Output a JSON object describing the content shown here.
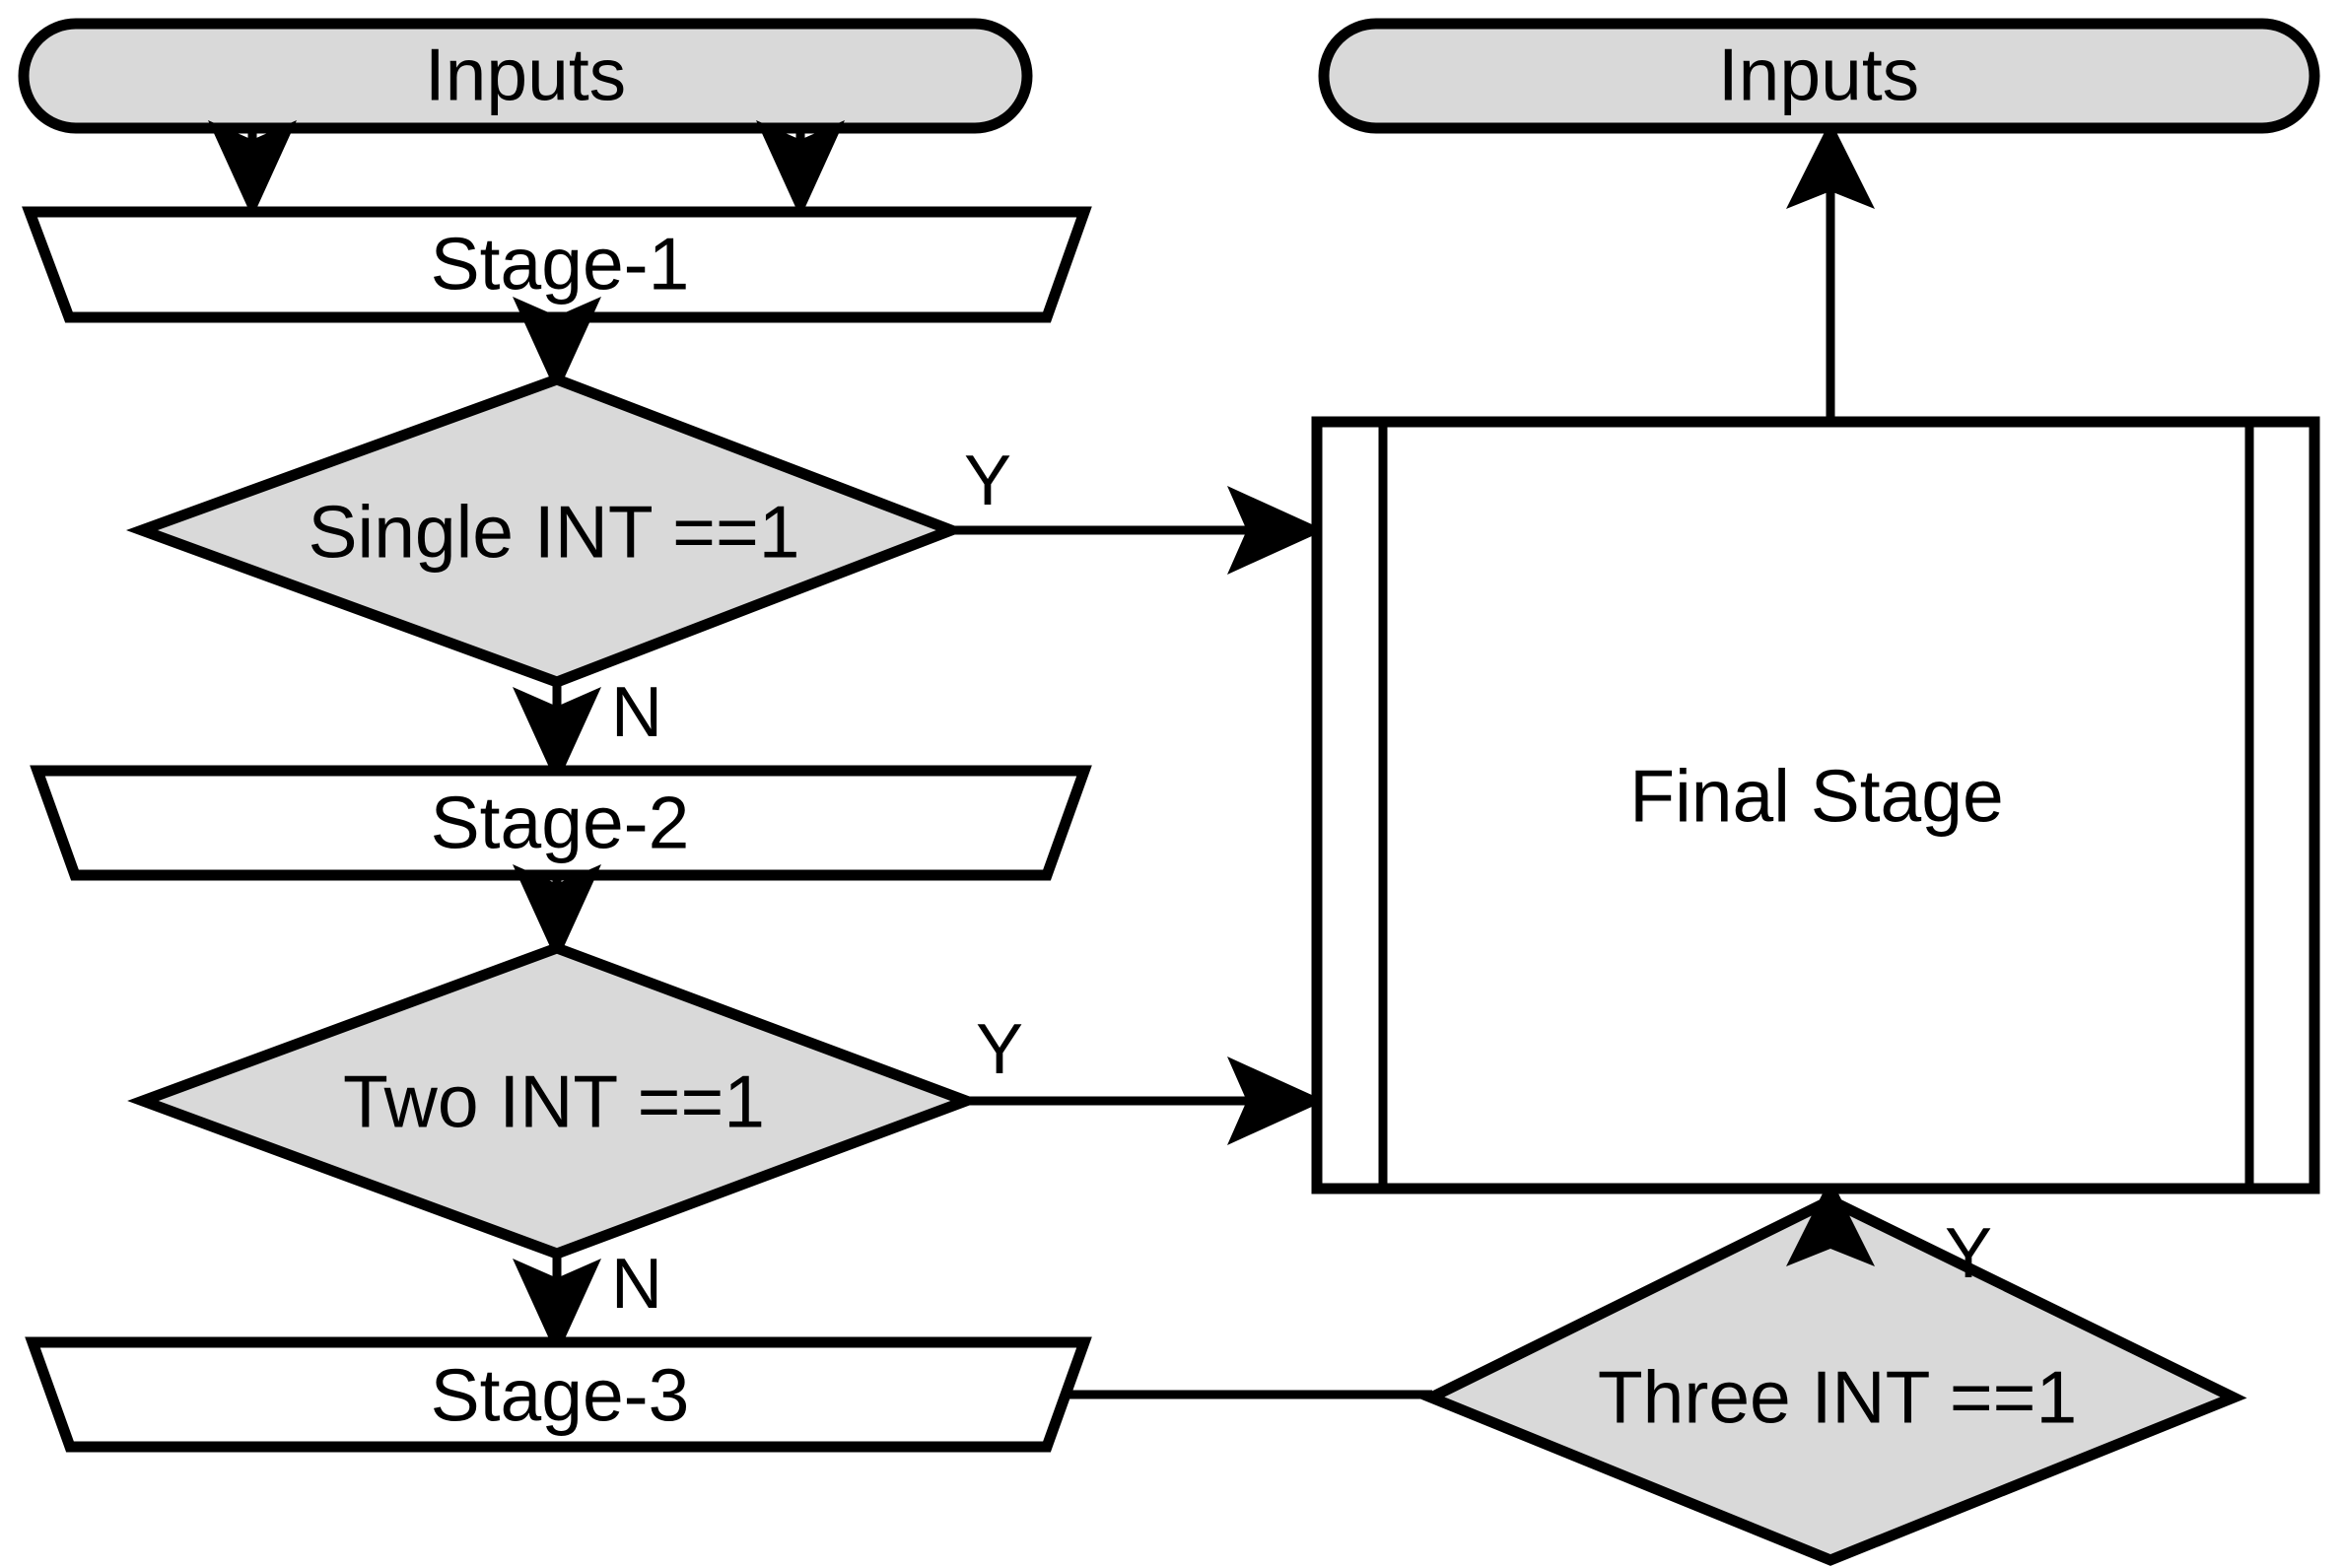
{
  "diagram": {
    "title": "Multi-stage INT decision flowchart",
    "type": "flowchart",
    "colors": {
      "shape_fill_gray": "#d9d9d9",
      "shape_fill_white": "#ffffff",
      "stroke": "#000000",
      "background": "#ffffff",
      "text": "#000000"
    },
    "nodes": {
      "inputs_left": {
        "label": "Inputs",
        "shape": "terminator-capsule",
        "fill": "#d9d9d9"
      },
      "stage1": {
        "label": "Stage-1",
        "shape": "parallelogram",
        "fill": "#ffffff"
      },
      "decision1": {
        "label": "Single INT ==1",
        "shape": "diamond",
        "fill": "#d9d9d9"
      },
      "stage2": {
        "label": "Stage-2",
        "shape": "parallelogram",
        "fill": "#ffffff"
      },
      "decision2": {
        "label": "Two INT ==1",
        "shape": "diamond",
        "fill": "#d9d9d9"
      },
      "stage3": {
        "label": "Stage-3",
        "shape": "parallelogram",
        "fill": "#ffffff"
      },
      "decision3": {
        "label": "Three INT ==1",
        "shape": "diamond",
        "fill": "#d9d9d9"
      },
      "final_stage": {
        "label": "Final Stage",
        "shape": "predefined-process",
        "fill": "#ffffff"
      },
      "inputs_right": {
        "label": "Inputs",
        "shape": "terminator-capsule",
        "fill": "#d9d9d9"
      }
    },
    "edge_labels": {
      "d1_yes": "Y",
      "d1_no": "N",
      "d2_yes": "Y",
      "d2_no": "N",
      "d3_yes": "Y"
    },
    "edges": [
      {
        "from": "inputs_left",
        "to": "stage1",
        "label": "",
        "marker": "arrow",
        "bus_tick": true
      },
      {
        "from": "inputs_left",
        "to": "stage1",
        "label": "",
        "marker": "arrow",
        "bus_tick": true
      },
      {
        "from": "stage1",
        "to": "decision1",
        "label": "",
        "marker": "arrow"
      },
      {
        "from": "decision1",
        "to": "final_stage",
        "label": "Y",
        "marker": "arrow"
      },
      {
        "from": "decision1",
        "to": "stage2",
        "label": "N",
        "marker": "arrow"
      },
      {
        "from": "stage2",
        "to": "decision2",
        "label": "",
        "marker": "arrow"
      },
      {
        "from": "decision2",
        "to": "final_stage",
        "label": "Y",
        "marker": "arrow"
      },
      {
        "from": "decision2",
        "to": "stage3",
        "label": "N",
        "marker": "arrow"
      },
      {
        "from": "stage3",
        "to": "decision3",
        "label": "",
        "marker": "none"
      },
      {
        "from": "decision3",
        "to": "final_stage",
        "label": "Y",
        "marker": "arrow"
      },
      {
        "from": "final_stage",
        "to": "inputs_right",
        "label": "",
        "marker": "arrow"
      }
    ]
  }
}
